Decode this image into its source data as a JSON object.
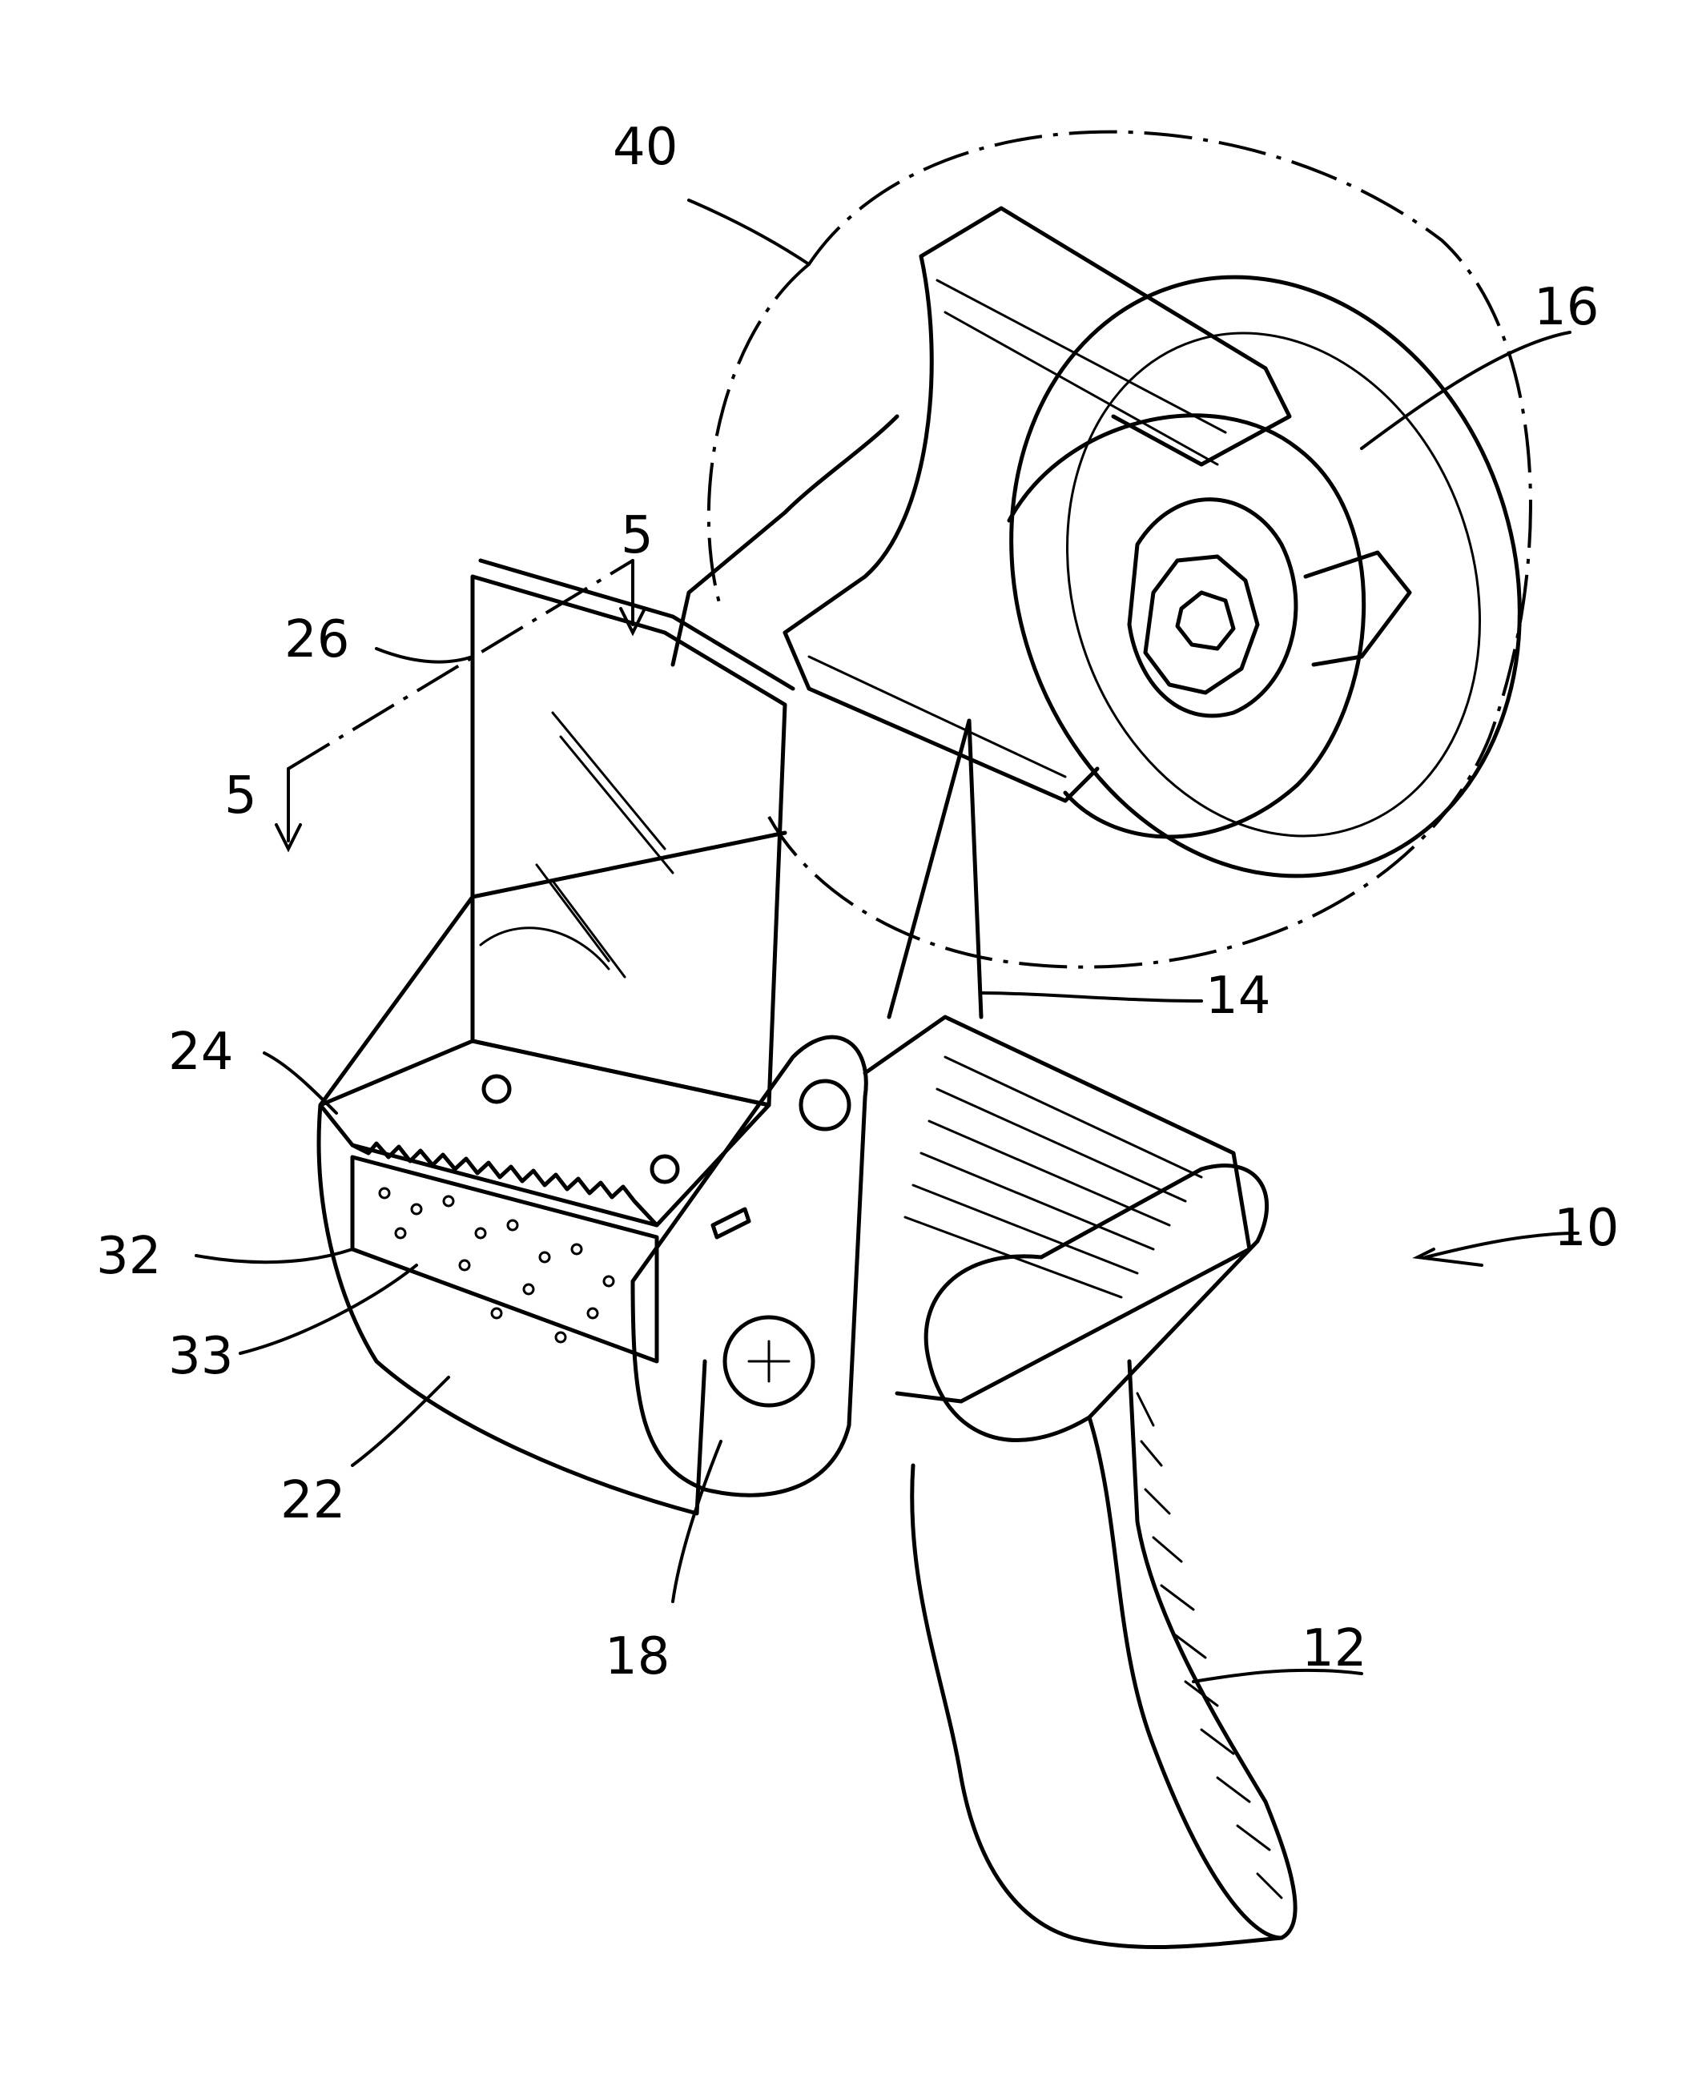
{
  "figure": {
    "labels": {
      "tape_roll": "40",
      "hub": "16",
      "section_marker_top": "5",
      "section_marker_left": "5",
      "guard_plate": "26",
      "tape": "14",
      "cutter_blade": "24",
      "dispenser": "10",
      "pad_32": "32",
      "pad_33": "33",
      "front_body": "22",
      "side_plate": "18",
      "handle": "12"
    }
  }
}
